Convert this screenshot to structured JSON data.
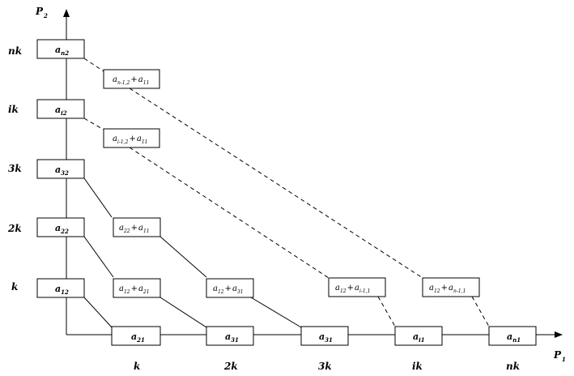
{
  "axes": {
    "y_label_main": "P",
    "y_label_sub": "2",
    "x_label_main": "P",
    "x_label_sub": "1"
  },
  "y_ticks": [
    "nk",
    "ik",
    "3k",
    "2k",
    "k"
  ],
  "x_ticks": [
    "k",
    "2k",
    "3k",
    "ik",
    "nk"
  ],
  "column_cells": [
    {
      "main": "a",
      "sub": "n2"
    },
    {
      "main": "a",
      "sub": "i2"
    },
    {
      "main": "a",
      "sub": "32"
    },
    {
      "main": "a",
      "sub": "22"
    },
    {
      "main": "a",
      "sub": "12"
    }
  ],
  "row_cells": [
    {
      "main": "a",
      "sub": "21"
    },
    {
      "main": "a",
      "sub": "31"
    },
    {
      "main": "a",
      "sub": "31"
    },
    {
      "main": "a",
      "sub": "i1"
    },
    {
      "main": "a",
      "sub": "n1"
    }
  ],
  "sum_cells": [
    {
      "left_sub": "n-1,2",
      "right_sub": "11"
    },
    {
      "left_sub": "i-1,2",
      "right_sub": "11"
    },
    {
      "left_sub": "22",
      "right_sub": "11"
    },
    {
      "left_sub": "12",
      "right_sub": "21"
    },
    {
      "left_sub": "12",
      "right_sub": "31"
    },
    {
      "left_sub": "12",
      "right_sub": "i-1,1"
    },
    {
      "left_sub": "12",
      "right_sub": "n-1,1"
    }
  ],
  "plus_sign": "+"
}
